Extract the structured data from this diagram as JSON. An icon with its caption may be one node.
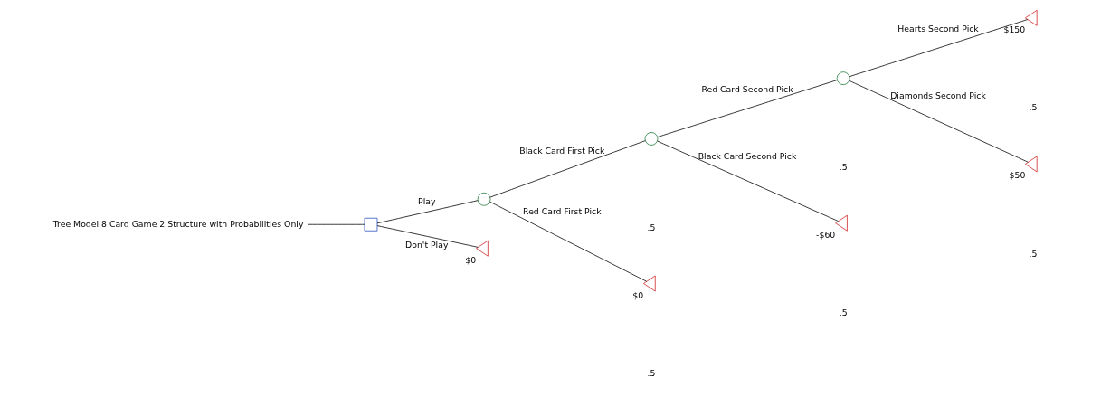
{
  "diagram": {
    "nodes": [
      {
        "text": [
          "Tree Model 8 Card Game 2 Structure with Probabilities Only"
        ]
      },
      {
        "text": [],
        "shape": "box"
      },
      {
        "text": [],
        "shape": "circle"
      },
      {
        "text": [],
        "shape": "triangle",
        "beside": [
          "$0"
        ]
      },
      {
        "text": [],
        "shape": "circle"
      },
      {
        "text": [],
        "shape": "triangle",
        "beside": [
          "$0"
        ]
      },
      {
        "text": [],
        "shape": "circle"
      },
      {
        "text": [],
        "shape": "triangle",
        "beside": [
          "-$60"
        ]
      },
      {
        "text": [],
        "shape": "triangle",
        "beside": [
          "$150"
        ]
      },
      {
        "text": [],
        "shape": "triangle",
        "beside": [
          "$50"
        ]
      }
    ],
    "edges": [
      {
        "from": 0,
        "to": 1,
        "arrow": "none"
      },
      {
        "from": 1,
        "to": 2,
        "arrow": "none",
        "label": "Play"
      },
      {
        "from": 1,
        "to": 3,
        "arrow": "none",
        "label": "Don't Play"
      },
      {
        "from": 2,
        "to": 4,
        "arrow": "none",
        "label": "Black Card First Pick"
      },
      {
        "from": 2,
        "to": 5,
        "arrow": "none",
        "label": "Red Card First Pick"
      },
      {
        "from": 4,
        "to": 6,
        "arrow": "none",
        "label": "Red Card Second Pick"
      },
      {
        "from": 4,
        "to": 7,
        "arrow": "none",
        "label": "Black Card Second Pick"
      },
      {
        "from": 6,
        "to": 8,
        "arrow": "none",
        "label": "Hearts Second Pick"
      },
      {
        "from": 6,
        "to": 9,
        "arrow": "none",
        "label": "Diamonds Second Pick"
      }
    ],
    "labels": [
      ".5",
      ".5",
      ".5",
      ".5",
      ".5",
      ".5"
    ]
  }
}
